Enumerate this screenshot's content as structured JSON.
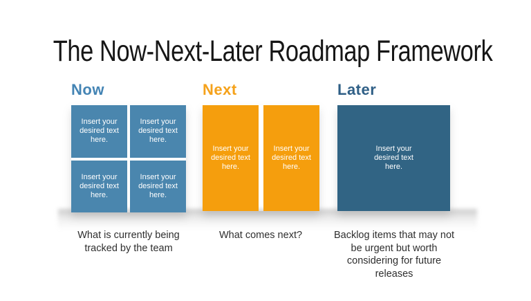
{
  "slide": {
    "title": "The Now-Next-Later Roadmap Framework",
    "background_color": "#FFFFFF",
    "title_color": "#161616"
  },
  "box_placeholder_lines": [
    "Insert your",
    "desired text",
    "here."
  ],
  "columns": [
    {
      "id": "now",
      "label": "Now",
      "heading_color": "#4484B4",
      "box_color": "#4A86AE",
      "box_count": 4,
      "caption": "What is currently being tracked by the team",
      "caption_lines": [
        "What is currently being",
        "tracked by the team"
      ]
    },
    {
      "id": "next",
      "label": "Next",
      "heading_color": "#F5A21B",
      "box_color": "#F59E0D",
      "box_count": 2,
      "caption": "What comes next?",
      "caption_lines": [
        "What comes next?"
      ]
    },
    {
      "id": "later",
      "label": "Later",
      "heading_color": "#2F5F86",
      "box_color": "#316484",
      "box_count": 1,
      "caption": "Backlog items that may not be urgent but worth considering for future releases",
      "caption_lines": [
        "Backlog items that may not",
        "be urgent but worth",
        "considering for future",
        "releases"
      ]
    }
  ]
}
